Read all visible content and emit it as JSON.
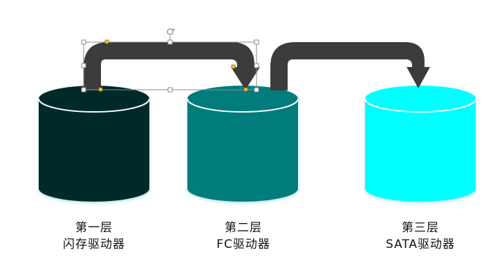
{
  "tiers": [
    {
      "level": "第一层",
      "name": "闪存驱动器",
      "color": "#002b2b"
    },
    {
      "level": "第二层",
      "name": "FC驱动器",
      "color": "#007b7b"
    },
    {
      "level": "第三层",
      "name": "SATA驱动器",
      "color": "#00ffff"
    }
  ],
  "arrow_color": "#3c3c3c",
  "selection_handles_visible": true
}
